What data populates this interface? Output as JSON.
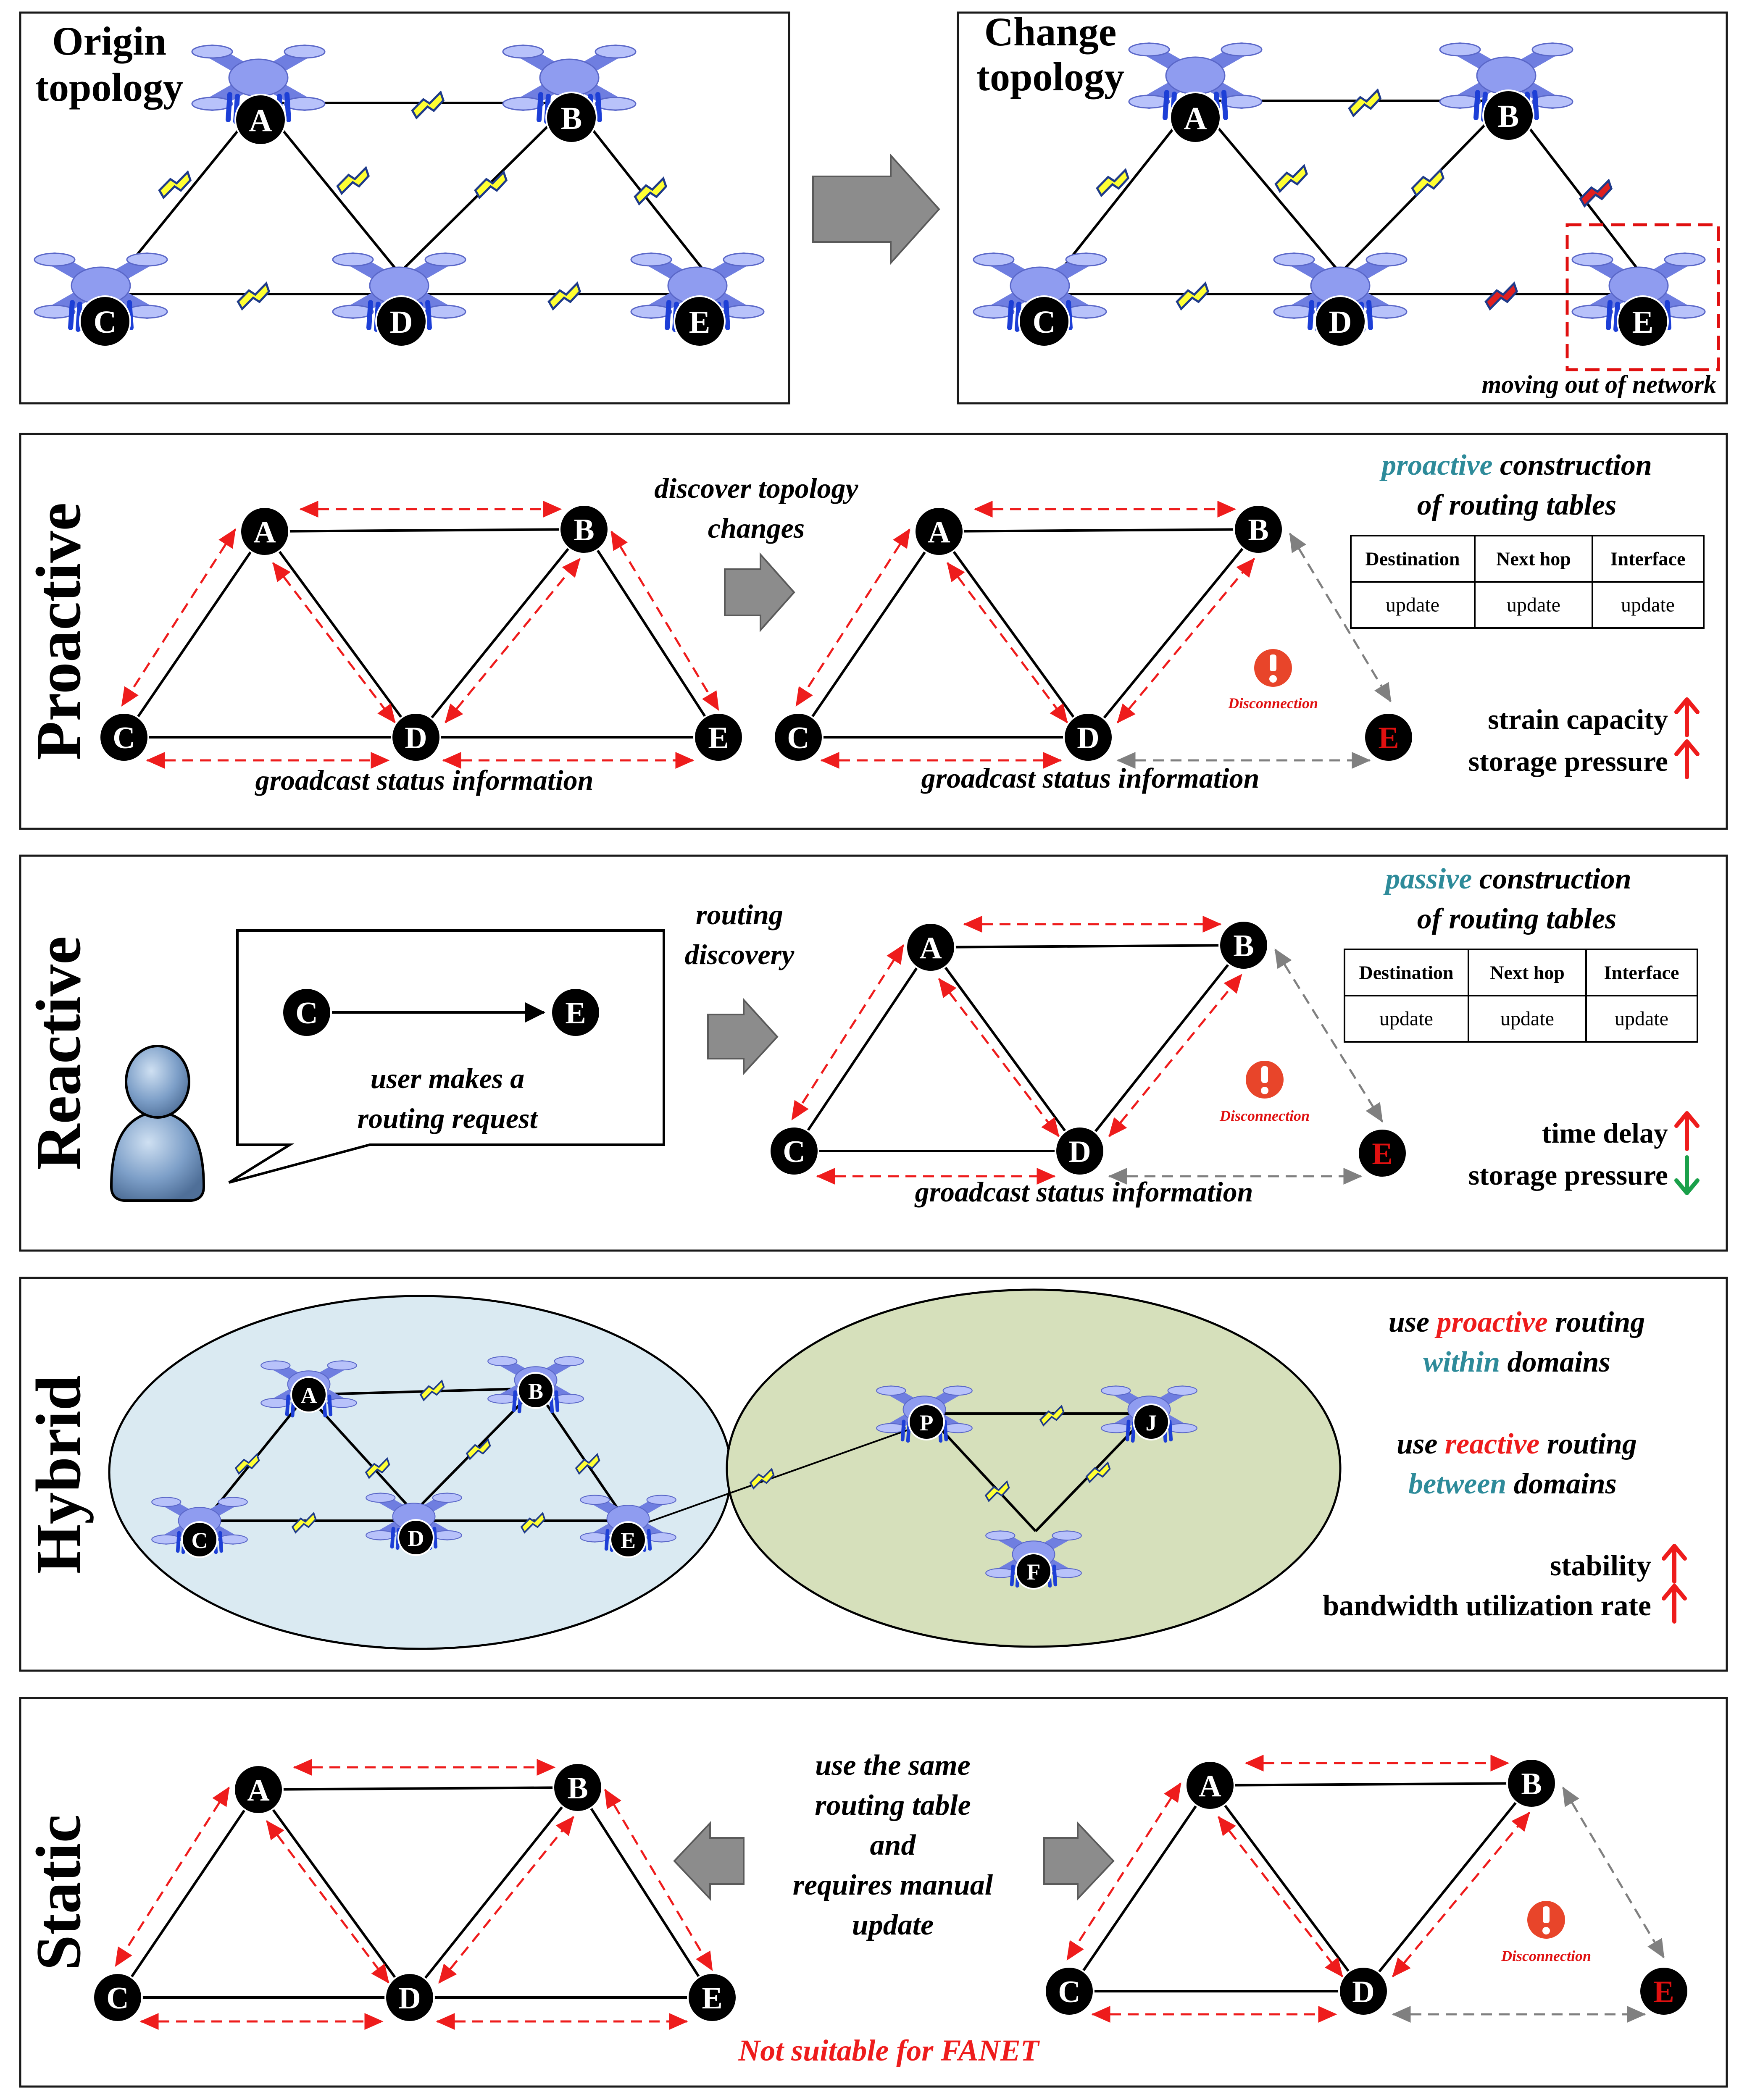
{
  "top_left": {
    "title_line1": "Origin",
    "title_line2": "topology"
  },
  "top_right": {
    "title_line1": "Change",
    "title_line2": "topology",
    "caption": "moving out of network"
  },
  "node_labels": {
    "A": "A",
    "B": "B",
    "C": "C",
    "D": "D",
    "E": "E",
    "F": "F",
    "J": "J",
    "P": "P"
  },
  "proactive": {
    "section_title": "Proactive",
    "discover_line1": "discover topology",
    "discover_line2": "changes",
    "broadcast_left": "groadcast status information",
    "broadcast_right": "groadcast status information",
    "disconnection": "Disconnection",
    "construction_key": "proactive",
    "construction_rest": " construction",
    "construction_line2": "of routing tables",
    "table": {
      "headers": [
        "Destination",
        "Next hop",
        "Interface"
      ],
      "row": [
        "update",
        "update",
        "update"
      ]
    },
    "metric1": "strain capacity",
    "metric2": "storage pressure"
  },
  "reactive": {
    "section_title": "Reactive",
    "bubble_line1": "user makes a",
    "bubble_line2": "routing request",
    "discovery_line1": "routing",
    "discovery_line2": "discovery",
    "broadcast": "groadcast status information",
    "disconnection": "Disconnection",
    "construction_key": "passive",
    "construction_rest": " construction",
    "construction_line2": "of routing tables",
    "table": {
      "headers": [
        "Destination",
        "Next hop",
        "Interface"
      ],
      "row": [
        "update",
        "update",
        "update"
      ]
    },
    "metric1": "time delay",
    "metric2": "storage pressure"
  },
  "hybrid": {
    "section_title": "Hybrid",
    "line1_pre": "use ",
    "line1_key": "proactive",
    "line1_post": " routing",
    "line2_key": "within",
    "line2_post": " domains",
    "line3_pre": "use ",
    "line3_key": "reactive",
    "line3_post": " routing",
    "line4_key": "between",
    "line4_post": " domains",
    "metric1": "stability",
    "metric2": "bandwidth utilization rate"
  },
  "static": {
    "section_title": "Static",
    "center_lines": [
      "use the same",
      "routing table",
      "and",
      "requires manual",
      "update"
    ],
    "disconnection": "Disconnection",
    "warning": "Not suitable for FANET"
  },
  "colors": {
    "red": "#ee1c1c",
    "teal": "#2e8b9a",
    "green": "#1aa04a",
    "grey_arrow": "#8c8c8c",
    "drone_body": "#8f9cf0",
    "drone_leg": "#1d3fd6",
    "domain_left": "#daeaf2",
    "domain_right": "#d6e0bb",
    "link_symbol": "#ffff33",
    "link_broken": "#e02020",
    "warning_icon": "#e8452a"
  }
}
